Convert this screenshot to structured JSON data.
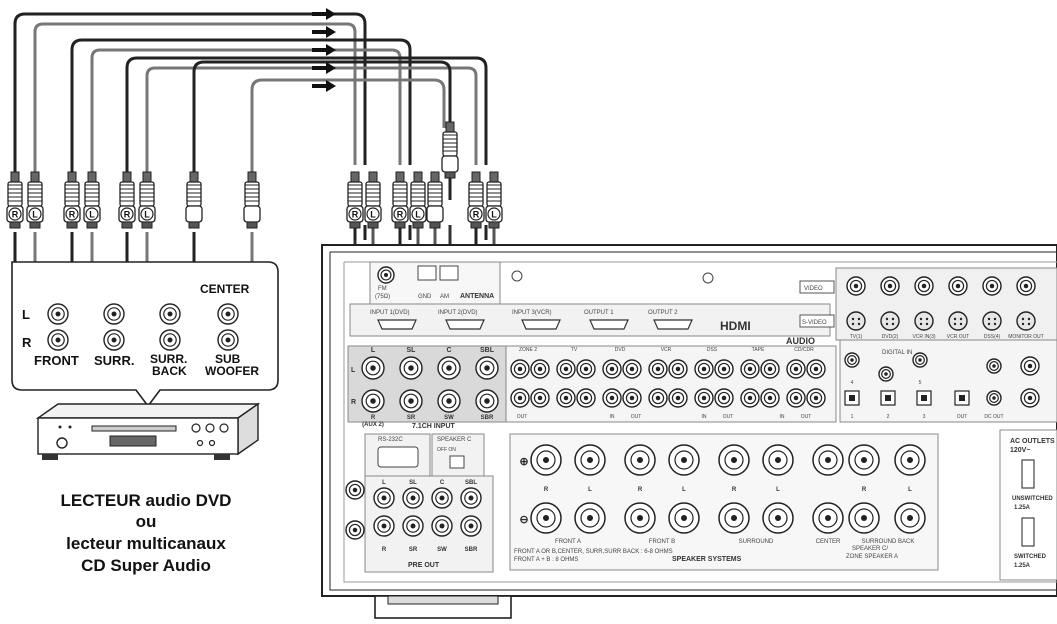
{
  "source": {
    "channel_labels": {
      "left": "L",
      "right": "R"
    },
    "outputs": {
      "front": "FRONT",
      "surr": "SURR.",
      "surr_back_1": "SURR.",
      "surr_back_2": "BACK",
      "center": "CENTER",
      "sub_1": "SUB",
      "sub_2": "WOOFER"
    },
    "plug_r": "R",
    "plug_l": "L",
    "caption": [
      "LECTEUR audio DVD",
      "ou",
      "lecteur multicanaux",
      "CD Super Audio"
    ]
  },
  "receiver": {
    "top_labels": {
      "fm": "FM",
      "fm_sub": "(75Ω)",
      "gnd": "GND",
      "am": "AM",
      "antenna": "ANTENNA",
      "video": "VIDEO",
      "s_video": "S-VIDEO",
      "hdmi": "HDMI",
      "input1": "INPUT 1(DVD)",
      "input2": "INPUT 2(DVD)",
      "input3": "INPUT 3(VCR)",
      "output1": "OUTPUT 1",
      "output2": "OUTPUT 2"
    },
    "video_cols": [
      "TV(1)",
      "DVD(2)",
      "VCR IN(3)",
      "VCR OUT",
      "DSS(4)",
      "MONITOR OUT"
    ],
    "multi_input": {
      "top": [
        "L",
        "SL",
        "C",
        "SBL"
      ],
      "bottom": [
        "R\n(AUX 2)",
        "SR",
        "SW",
        "SBR"
      ],
      "title": "7.1CH INPUT",
      "side_l": "L",
      "side_r": "R"
    },
    "audio_section": {
      "title": "AUDIO",
      "cols": [
        "ZONE 2",
        "TV",
        "DVD",
        "VCR",
        "DSS",
        "TAPE",
        "CD/CDR"
      ],
      "in": "IN",
      "out": "OUT"
    },
    "digital_in": "DIGITAL IN",
    "digital_nums": [
      "1",
      "2",
      "3",
      "4",
      "5"
    ],
    "dc_out": "DC OUT",
    "out": "OUT",
    "rs232c": "RS-232C",
    "speaker_c": "SPEAKER C",
    "off_on": "OFF ON",
    "pre_out": {
      "title": "PRE OUT",
      "top": [
        "L",
        "SL",
        "C",
        "SBL"
      ],
      "bottom": [
        "R",
        "SR",
        "SW",
        "SBR"
      ]
    },
    "speaker_systems": {
      "groups": [
        "FRONT A",
        "FRONT B",
        "SURROUND",
        "CENTER",
        "SURROUND BACK"
      ],
      "sub_group": [
        "SPEAKER C/",
        "ZONE SPEAKER A"
      ],
      "r": "R",
      "l": "L",
      "note1": "FRONT A OR B,CENTER, SURR,SURR BACK : 6-8 OHMS",
      "note2": "FRONT A + B : 8 OHMS",
      "title": "SPEAKER SYSTEMS"
    },
    "ac_out": {
      "title": "AC OUTLETS",
      "voltage": "120V~",
      "unswitched": "UNSWITCHED",
      "switched": "SWITCHED",
      "rating": "1.25A"
    }
  }
}
